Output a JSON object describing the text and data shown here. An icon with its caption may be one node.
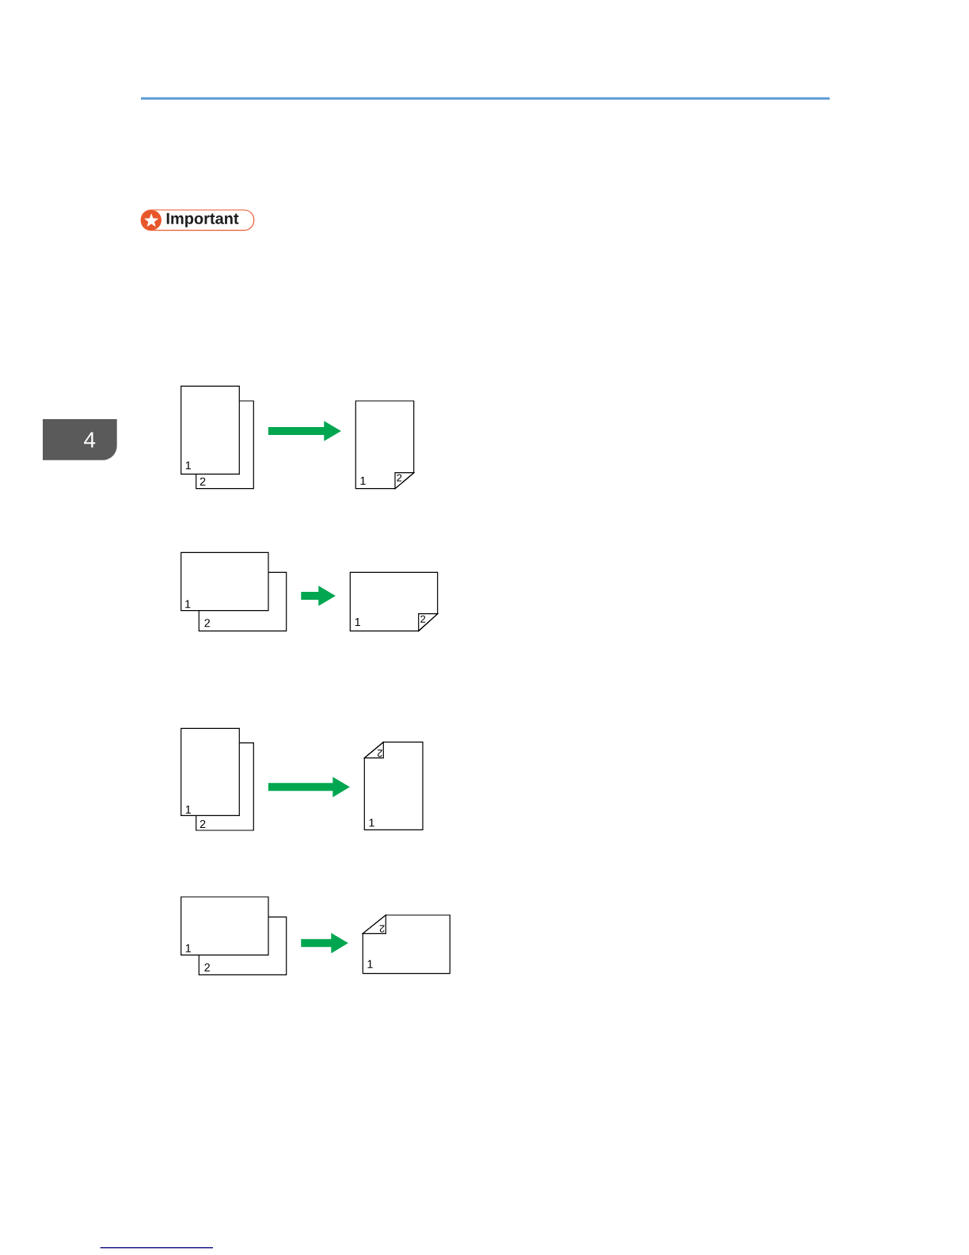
{
  "diagram": {
    "nodes": [
      {
        "text": [
          "Important"
        ]
      },
      {
        "text": [
          "4"
        ]
      },
      {
        "text": [
          "1"
        ]
      },
      {
        "text": [
          "2"
        ]
      },
      {
        "text": [
          "1",
          "2"
        ]
      },
      {
        "text": [
          "1"
        ]
      },
      {
        "text": [
          "2"
        ]
      },
      {
        "text": [
          "1",
          "2"
        ]
      },
      {
        "text": [
          "1"
        ]
      },
      {
        "text": [
          "2"
        ]
      },
      {
        "text": [
          "1",
          "2"
        ]
      },
      {
        "text": [
          "1"
        ]
      },
      {
        "text": [
          "2"
        ]
      },
      {
        "text": [
          "1",
          "2"
        ]
      }
    ],
    "edges": [
      {
        "from": 3,
        "to": 4,
        "arrow": "to"
      },
      {
        "from": 6,
        "to": 7,
        "arrow": "to"
      },
      {
        "from": 9,
        "to": 10,
        "arrow": "to"
      },
      {
        "from": 12,
        "to": 13,
        "arrow": "to"
      }
    ]
  }
}
